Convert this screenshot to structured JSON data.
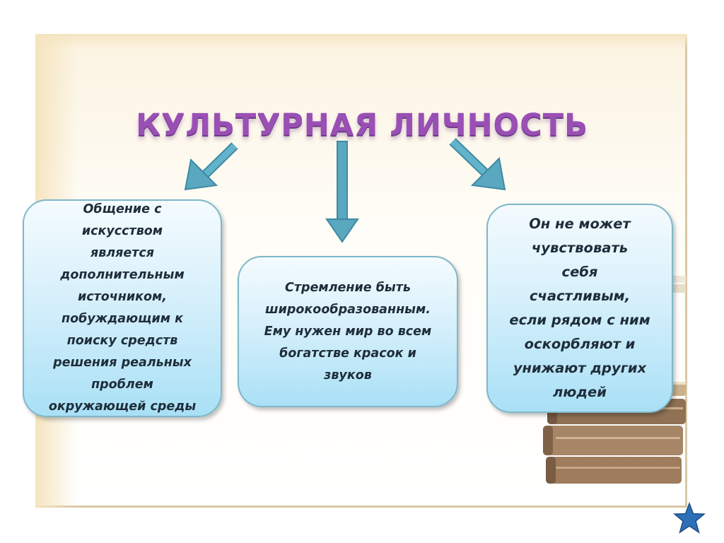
{
  "title": "КУЛЬТУРНАЯ ЛИЧНОСТЬ",
  "boxes": {
    "left": "Общение с\nискусством\nявляется\nдополнительным\nисточником,\nпобуждающим к\nпоиску средств\nрешения реальных\nпроблем\nокружающей среды",
    "middle": "Стремление быть\nширокообразованным.\nЕму нужен мир во всем\nбогатстве красок и\nзвуков",
    "right": "Он не может\nчувствовать\nсебя\nсчастливым,\nесли рядом с ним\nоскорбляют и\nунижают других\nлюдей"
  },
  "colors": {
    "title": "#9a4fb5",
    "arrow": "#5aa7c0",
    "box_border": "#7fb7c9",
    "star": "#2d6fb7"
  },
  "icons": [
    "books-illustration",
    "arrow-down-left-icon",
    "arrow-down-icon",
    "arrow-down-right-icon",
    "star-icon"
  ]
}
